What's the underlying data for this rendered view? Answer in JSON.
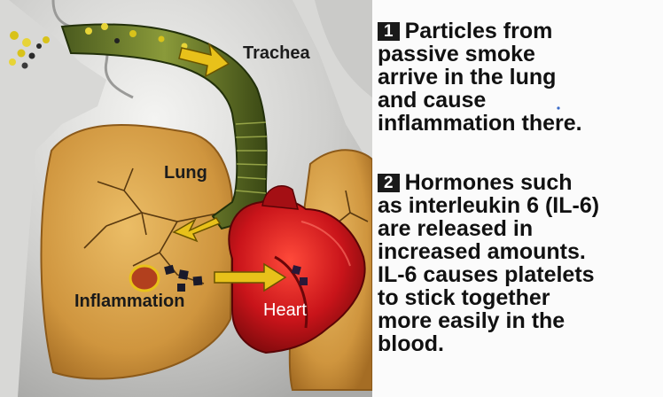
{
  "labels": {
    "trachea": "Trachea",
    "lung": "Lung",
    "inflammation": "Inflammation",
    "heart": "Heart"
  },
  "steps": [
    {
      "number": "1",
      "lines": [
        "Particles from",
        "passive smoke",
        "arrive in the lung",
        "and cause",
        "inflammation there."
      ]
    },
    {
      "number": "2",
      "lines": [
        "Hormones such",
        "as interleukin 6 (IL-6)",
        "are released in",
        "increased amounts.",
        "IL-6 causes platelets",
        "to stick together",
        "more easily in the",
        "blood."
      ]
    }
  ],
  "colors": {
    "arrow": "#e8c11a",
    "lung": "#d69a3c",
    "heart": "#c7161a",
    "trachea": "#2b3a14",
    "particles": "#d8c21a"
  }
}
